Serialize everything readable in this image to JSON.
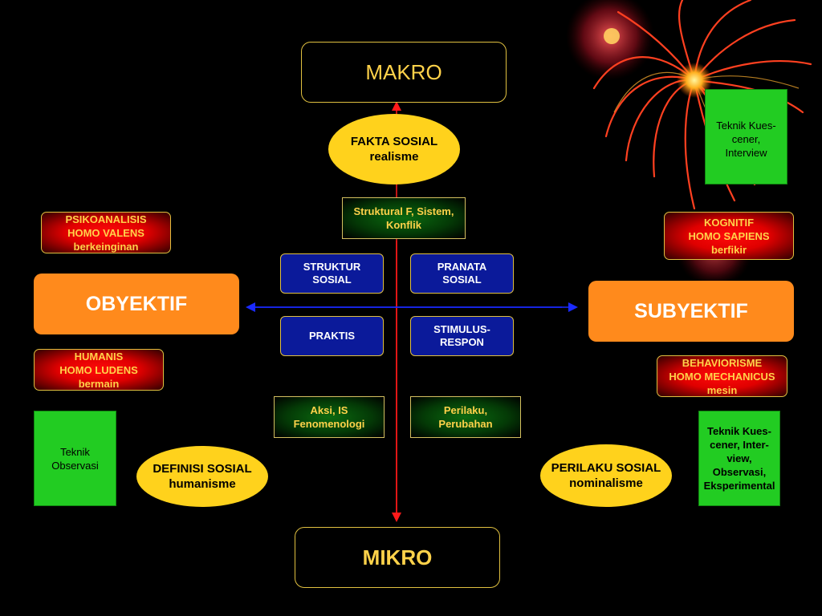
{
  "makro": "MAKRO",
  "mikro": "MIKRO",
  "fakta_sosial": "FAKTA SOSIAL\nrealisme",
  "definisi_sosial": "DEFINISI SOSIAL\nhumanisme",
  "perilaku_sosial": "PERILAKU SOSIAL\nnominalisme",
  "struktural": "Struktural F, Sistem,\nKonflik",
  "aksi": "Aksi, IS\nFenomenologi",
  "perilaku": "Perilaku,\nPerubahan",
  "struktur_sosial": "STRUKTUR\nSOSIAL",
  "pranata_sosial": "PRANATA\nSOSIAL",
  "praktis": "PRAKTIS",
  "stimulus_respon": "STIMULUS-\nRESPON",
  "psikoanalisis": "PSIKOANALISIS\nHOMO VALENS\nberkeinginan",
  "humanis": "HUMANIS\nHOMO LUDENS\nbermain",
  "kognitif": "KOGNITIF\nHOMO SAPIENS\nberfikir",
  "behaviorisme": "BEHAVIORISME\nHOMO MECHANICUS\nmesin",
  "obyektif": "OBYEKTIF",
  "subyektif": "SUBYEKTIF",
  "teknik_observasi": "Teknik\nObservasi",
  "teknik_kuesioner_interview": "Teknik Kues-\ncener,\nInterview",
  "teknik_kuesioner_eksperimental": "Teknik Kues-\ncener, Inter-\nview,\nObservasi,\nEksperimental",
  "colors": {
    "background": "#000000",
    "gold_text": "#ffd24a",
    "ellipse": "#ffd21c",
    "orange": "#ff8a1c",
    "blue": "#0b1a9a",
    "red": "#e00000",
    "bright_green": "#22cc22",
    "axis_vertical": "#ff1a1a",
    "axis_horizontal": "#1a2aff"
  }
}
